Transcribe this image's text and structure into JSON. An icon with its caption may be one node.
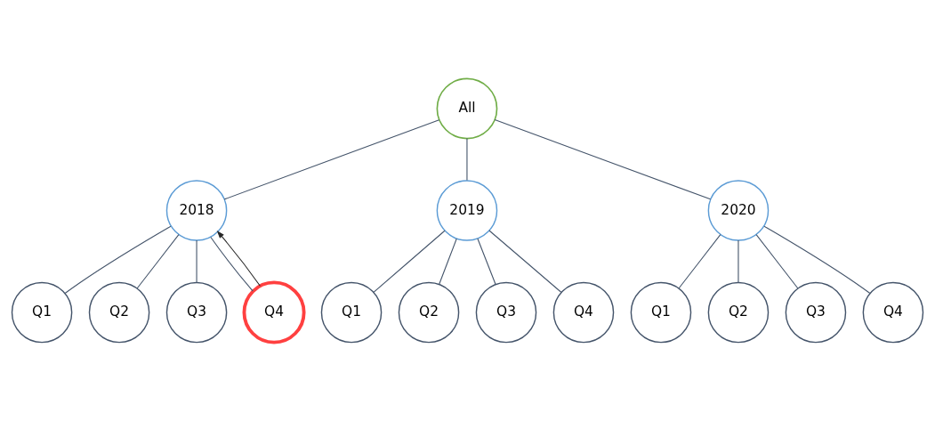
{
  "diagram": {
    "nodes": [
      {
        "text": [
          "All"
        ]
      },
      {
        "text": [
          "2018"
        ]
      },
      {
        "text": [
          "2019"
        ]
      },
      {
        "text": [
          "2020"
        ]
      },
      {
        "text": [
          "Q1"
        ]
      },
      {
        "text": [
          "Q2"
        ]
      },
      {
        "text": [
          "Q3"
        ]
      },
      {
        "text": [
          "Q4"
        ]
      },
      {
        "text": [
          "Q1"
        ]
      },
      {
        "text": [
          "Q2"
        ]
      },
      {
        "text": [
          "Q3"
        ]
      },
      {
        "text": [
          "Q4"
        ]
      },
      {
        "text": [
          "Q1"
        ]
      },
      {
        "text": [
          "Q2"
        ]
      },
      {
        "text": [
          "Q3"
        ]
      },
      {
        "text": [
          "Q4"
        ]
      }
    ],
    "edges": [
      {
        "from": 0,
        "to": 1,
        "arrow": "none"
      },
      {
        "from": 0,
        "to": 2,
        "arrow": "none"
      },
      {
        "from": 0,
        "to": 3,
        "arrow": "none"
      },
      {
        "from": 1,
        "to": 4,
        "arrow": "none"
      },
      {
        "from": 1,
        "to": 5,
        "arrow": "none"
      },
      {
        "from": 1,
        "to": 6,
        "arrow": "none"
      },
      {
        "from": 1,
        "to": 7,
        "arrow": "none"
      },
      {
        "from": 2,
        "to": 8,
        "arrow": "none"
      },
      {
        "from": 2,
        "to": 9,
        "arrow": "none"
      },
      {
        "from": 2,
        "to": 10,
        "arrow": "none"
      },
      {
        "from": 2,
        "to": 11,
        "arrow": "none"
      },
      {
        "from": 3,
        "to": 12,
        "arrow": "none"
      },
      {
        "from": 3,
        "to": 13,
        "arrow": "none"
      },
      {
        "from": 3,
        "to": 14,
        "arrow": "none"
      },
      {
        "from": 3,
        "to": 15,
        "arrow": "none"
      },
      {
        "from": 7,
        "to": 1,
        "arrow": "to",
        "color": "#262626"
      }
    ]
  }
}
